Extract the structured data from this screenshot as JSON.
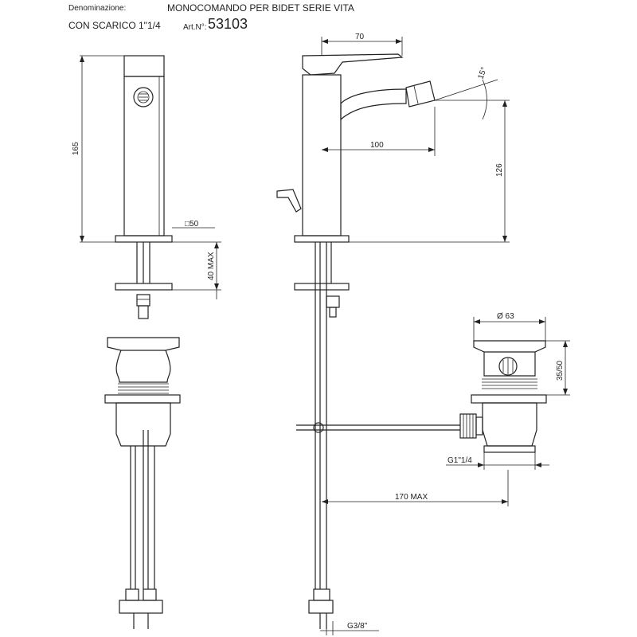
{
  "header": {
    "denominazione_label": "Denominazione:",
    "product_name": "MONOCOMANDO PER BIDET SERIE VITA",
    "subtitle": "CON SCARICO 1\"1/4",
    "art_label": "Art.N°:",
    "art_number": "53103"
  },
  "dimensions": {
    "height_total": "165",
    "base_square": "□50",
    "mount_max": "40 MAX",
    "spout_reach_top": "70",
    "angle": "15°",
    "spout_reach": "100",
    "spout_height": "126",
    "waste_diameter": "Ø 63",
    "waste_height": "35/50",
    "waste_thread": "G1\"1/4",
    "rod_reach": "170 MAX",
    "inlet_thread": "G3/8\""
  }
}
